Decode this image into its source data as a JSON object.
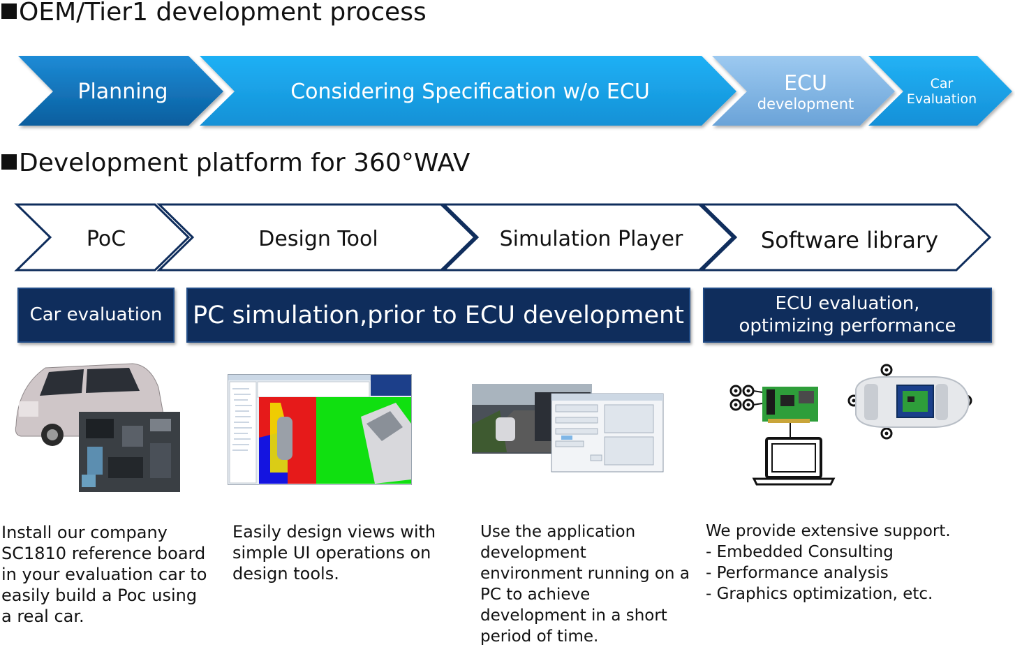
{
  "section1": {
    "title": "OEM/Tier1 development process"
  },
  "process": {
    "stages": [
      {
        "label": "Planning"
      },
      {
        "label": "Considering Specification w/o ECU"
      },
      {
        "label": "ECU",
        "sublabel": "development"
      },
      {
        "label": "Car",
        "sublabel": "Evaluation"
      }
    ]
  },
  "section2": {
    "title": "Development platform for 360°WAV"
  },
  "platform": {
    "stages": [
      {
        "label": "PoC"
      },
      {
        "label": "Design Tool"
      },
      {
        "label": "Simulation Player"
      },
      {
        "label": "Software library"
      }
    ],
    "boxes": [
      {
        "label": "Car evaluation"
      },
      {
        "label": "PC simulation,prior to ECU development"
      },
      {
        "line1": "ECU evaluation,",
        "line2": "optimizing performance"
      }
    ]
  },
  "descriptions": [
    {
      "text": "Install our company\nSC1810 reference board\nin your evaluation car to\neasily build a Poc using\na real car."
    },
    {
      "text": "Easily design views with\nsimple UI operations on\ndesign tools."
    },
    {
      "text": "Use the application\ndevelopment\nenvironment running on a\nPC to achieve\ndevelopment in a short\nperiod of time."
    },
    {
      "text": "We provide extensive support.\n- Embedded Consulting\n- Performance analysis\n- Graphics optimization, etc."
    }
  ],
  "colors": {
    "navy": "#0f2d5c",
    "chevron_dark": "#1070b8",
    "chevron_mid": "#1aa3e8",
    "chevron_light": "#7fb6e6"
  }
}
